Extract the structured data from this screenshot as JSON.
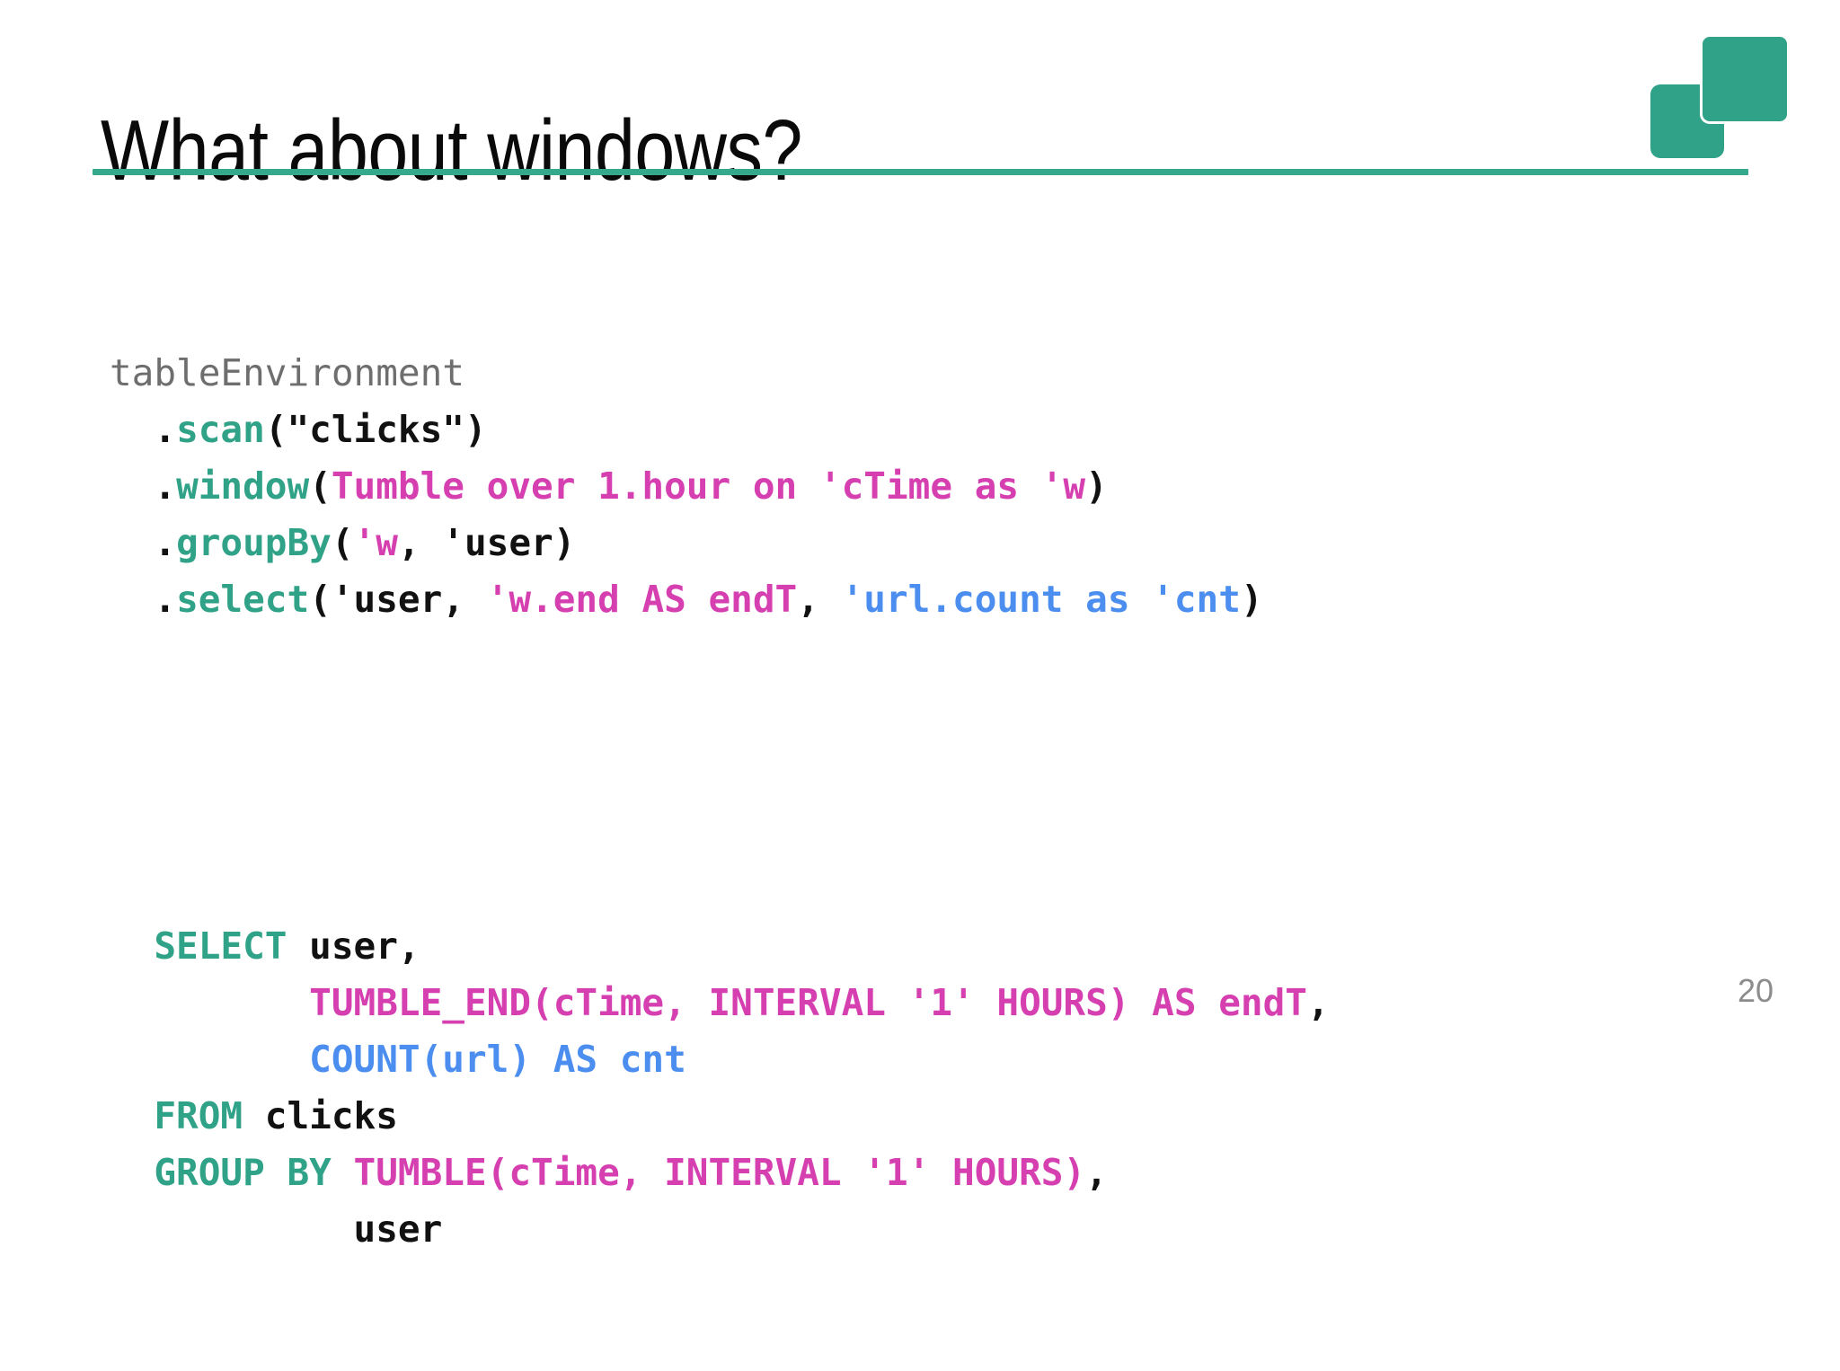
{
  "slide": {
    "title": "What about windows?",
    "page_number": "20",
    "accent_color": "#35a98b",
    "logo": {
      "name": "apache-flink-squares-logo",
      "color": "#2fa287",
      "squares": [
        "back-square",
        "front-square"
      ]
    }
  },
  "colors": {
    "plain": "#111111",
    "dim": "#6e6e6e",
    "teal": "#2fa287",
    "magenta": "#d53fb0",
    "blue": "#4b8ef0",
    "background": "#ffffff",
    "page_number": "#8c8c8c"
  },
  "code": {
    "table_api": [
      {
        "id": "line-1",
        "tokens": [
          {
            "text": "tableEnvironment",
            "color": "dim"
          }
        ]
      },
      {
        "id": "line-2",
        "tokens": [
          {
            "text": "  .",
            "color": "plain"
          },
          {
            "text": "scan",
            "color": "teal"
          },
          {
            "text": "(\"clicks\")",
            "color": "plain"
          }
        ]
      },
      {
        "id": "line-3",
        "tokens": [
          {
            "text": "  .",
            "color": "plain"
          },
          {
            "text": "window",
            "color": "teal"
          },
          {
            "text": "(",
            "color": "plain"
          },
          {
            "text": "Tumble over 1.hour on 'cTime as 'w",
            "color": "magenta"
          },
          {
            "text": ")",
            "color": "plain"
          }
        ]
      },
      {
        "id": "line-4",
        "tokens": [
          {
            "text": "  .",
            "color": "plain"
          },
          {
            "text": "groupBy",
            "color": "teal"
          },
          {
            "text": "(",
            "color": "plain"
          },
          {
            "text": "'w",
            "color": "magenta"
          },
          {
            "text": ", 'user)",
            "color": "plain"
          }
        ]
      },
      {
        "id": "line-5",
        "tokens": [
          {
            "text": "  .",
            "color": "plain"
          },
          {
            "text": "select",
            "color": "teal"
          },
          {
            "text": "('user, ",
            "color": "plain"
          },
          {
            "text": "'w.end AS endT",
            "color": "magenta"
          },
          {
            "text": ", ",
            "color": "plain"
          },
          {
            "text": "'url.count as 'cnt",
            "color": "blue"
          },
          {
            "text": ")",
            "color": "plain"
          }
        ]
      }
    ],
    "sql": [
      {
        "id": "sql-line-1",
        "tokens": [
          {
            "text": "  ",
            "color": "plain"
          },
          {
            "text": "SELECT",
            "color": "teal"
          },
          {
            "text": " user,",
            "color": "plain"
          }
        ]
      },
      {
        "id": "sql-line-2",
        "tokens": [
          {
            "text": "         ",
            "color": "plain"
          },
          {
            "text": "TUMBLE_END(cTime, INTERVAL '1' HOURS) AS endT",
            "color": "magenta"
          },
          {
            "text": ",",
            "color": "plain"
          }
        ]
      },
      {
        "id": "sql-line-3",
        "tokens": [
          {
            "text": "         ",
            "color": "plain"
          },
          {
            "text": "COUNT(url) AS cnt",
            "color": "blue"
          }
        ]
      },
      {
        "id": "sql-line-4",
        "tokens": [
          {
            "text": "  ",
            "color": "plain"
          },
          {
            "text": "FROM",
            "color": "teal"
          },
          {
            "text": " clicks",
            "color": "plain"
          }
        ]
      },
      {
        "id": "sql-line-5",
        "tokens": [
          {
            "text": "  ",
            "color": "plain"
          },
          {
            "text": "GROUP BY ",
            "color": "teal"
          },
          {
            "text": "TUMBLE(cTime, INTERVAL '1' HOURS)",
            "color": "magenta"
          },
          {
            "text": ",",
            "color": "plain"
          }
        ]
      },
      {
        "id": "sql-line-6",
        "tokens": [
          {
            "text": "           user",
            "color": "plain"
          }
        ]
      }
    ]
  }
}
